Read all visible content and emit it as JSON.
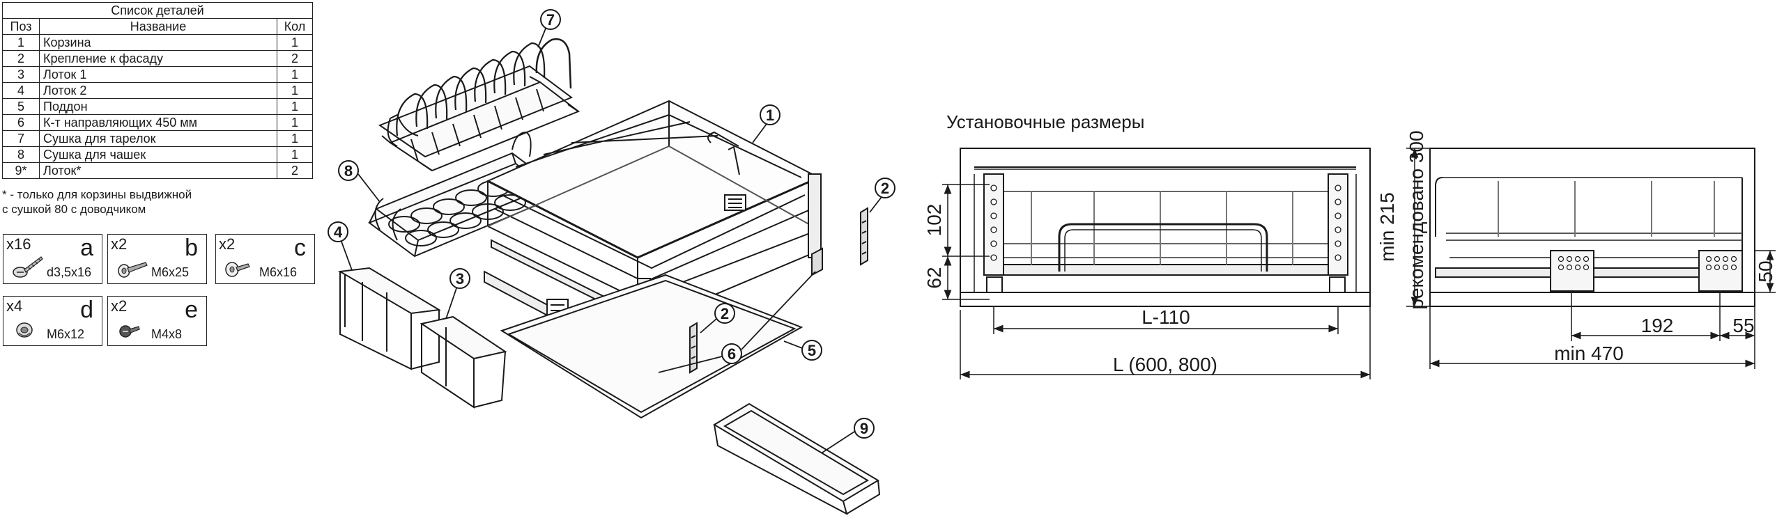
{
  "parts_table": {
    "title": "Список деталей",
    "headers": {
      "pos": "Поз",
      "name": "Название",
      "qty": "Кол"
    },
    "rows": [
      {
        "pos": "1",
        "name": "Корзина",
        "qty": "1"
      },
      {
        "pos": "2",
        "name": "Крепление к фасаду",
        "qty": "2"
      },
      {
        "pos": "3",
        "name": "Лоток 1",
        "qty": "1"
      },
      {
        "pos": "4",
        "name": "Лоток 2",
        "qty": "1"
      },
      {
        "pos": "5",
        "name": "Поддон",
        "qty": "1"
      },
      {
        "pos": "6",
        "name": "К-т направляющих 450 мм",
        "qty": "1"
      },
      {
        "pos": "7",
        "name": "Сушка для тарелок",
        "qty": "1"
      },
      {
        "pos": "8",
        "name": "Сушка для чашек",
        "qty": "1"
      },
      {
        "pos": "9*",
        "name": "Лоток*",
        "qty": "2"
      }
    ]
  },
  "footnote": {
    "line1": "* - только для корзины выдвижной",
    "line2": "с сушкой 80 с доводчиком"
  },
  "hardware": [
    {
      "qty": "x16",
      "letter": "a",
      "size": "d3,5x16",
      "icon": "wood-screw-icon"
    },
    {
      "qty": "x2",
      "letter": "b",
      "size": "M6x25",
      "icon": "bolt-icon"
    },
    {
      "qty": "x2",
      "letter": "c",
      "size": "M6x16",
      "icon": "flat-bolt-icon"
    },
    {
      "qty": "x4",
      "letter": "d",
      "size": "M6x12",
      "icon": "round-nut-icon"
    },
    {
      "qty": "x2",
      "letter": "e",
      "size": "M4x8",
      "icon": "small-screw-icon"
    }
  ],
  "callouts": [
    "1",
    "2",
    "3",
    "4",
    "5",
    "6",
    "7",
    "8",
    "9"
  ],
  "installation": {
    "title": "Установочные размеры",
    "dims": {
      "h102": "102",
      "h62": "62",
      "l110": "L-110",
      "l": "L (600, 800)",
      "min215": "min 215",
      "recommended300": "рекомендовано 300",
      "d192": "192",
      "d55": "55",
      "min470": "min 470",
      "d50": "50"
    }
  },
  "colors": {
    "line": "#1a1a1a",
    "gray_line": "#555555",
    "fill_light": "#f4f4f4"
  }
}
